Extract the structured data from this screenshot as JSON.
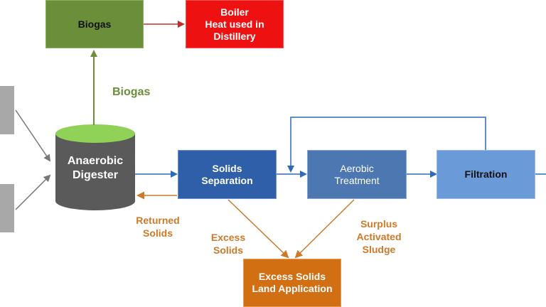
{
  "nodes": {
    "biogas": {
      "label": "Biogas",
      "fill": "#6a8e3a",
      "border": "#8fae5f"
    },
    "boiler": {
      "label": "Boiler\nHeat used in\nDistillery",
      "fill": "#ee1111",
      "border": "#ff5050"
    },
    "digester": {
      "label": "Anaerobic\nDigester",
      "body": "#5a5a5a",
      "top": "#8fd257"
    },
    "solids_separation": {
      "label": "Solids\nSeparation",
      "fill": "#2e5fa8",
      "border": "#6e93c8"
    },
    "aerobic_treatment": {
      "label": "Aerobic\nTreatment",
      "fill": "#4c77b0",
      "border": "#8aa7cf"
    },
    "filtration": {
      "label": "Filtration",
      "fill": "#6a9bd8",
      "border": "#9bbbe6"
    },
    "excess_land": {
      "label": "Excess Solids\nLand Application",
      "fill": "#d26f12",
      "border": "#e89c56"
    },
    "input_top": {
      "label": "",
      "fill": "#a8a8a8"
    },
    "input_bottom": {
      "label": "",
      "fill": "#a8a8a8"
    }
  },
  "edge_labels": {
    "biogas": "Biogas",
    "returned_solids": "Returned\nSolids",
    "excess_solids": "Excess\nSolids",
    "surplus_sludge": "Surplus\nActivated\nSludge"
  },
  "colors": {
    "green_arrow": "#6a8e3a",
    "red_arrow": "#c0302b",
    "blue_arrow": "#2e6ab8",
    "orange_arrow": "#cc7a29",
    "grey_arrow": "#777777",
    "green_text": "#6a8e3a",
    "orange_text": "#cc7a29"
  }
}
